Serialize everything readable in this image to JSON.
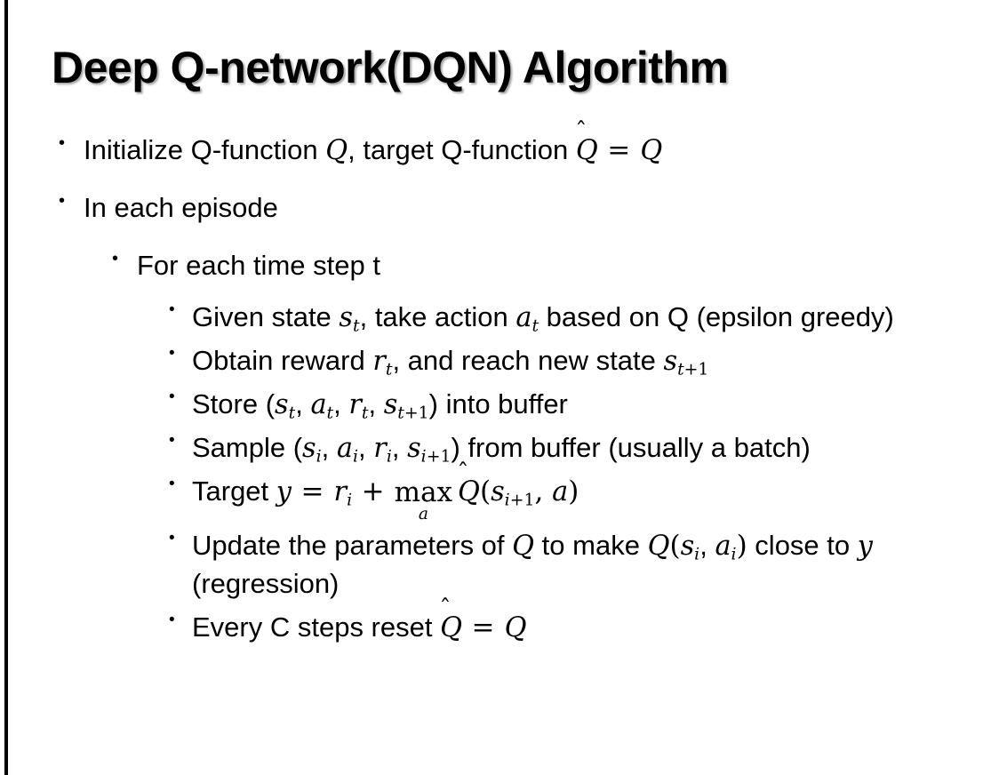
{
  "slide": {
    "title": "Deep Q-network(DQN) Algorithm",
    "background_color": "#FFFFFF",
    "text_color": "#000000",
    "accent_rule_color": "#000000",
    "bullet_glyph": "•"
  },
  "bullets": {
    "b1": {
      "level": 1,
      "plain_text": "Initialize Q-function Q, target Q-function Q̂ = Q",
      "seg_1": "Initialize Q-function ",
      "var_Q1": "Q",
      "seg_2": ", target Q-function ",
      "hat_Q": "Q",
      "hat_glyph": "̂",
      "equals": "=",
      "var_Q2": "Q"
    },
    "b2": {
      "level": 1,
      "plain_text": "In each episode",
      "text": "In each episode"
    },
    "b3": {
      "level": 2,
      "plain_text": "For each time step t",
      "text": "For each time step t"
    },
    "b4": {
      "level": 3,
      "plain_text": "Given state s_t, take action a_t based on Q (epsilon greedy)",
      "seg_1": "Given state ",
      "var_s": "s",
      "sub_t1": "t",
      "seg_2": ", take action ",
      "var_a": "a",
      "sub_t2": "t",
      "seg_3": " based on Q (epsilon greedy)"
    },
    "b5": {
      "level": 3,
      "plain_text": "Obtain reward r_t, and reach new state s_t+1",
      "seg_1": "Obtain reward ",
      "var_r": "r",
      "sub_t": "t",
      "seg_2": ", and reach new state ",
      "var_s": "s",
      "sub_t_plus_1_var": "t",
      "sub_t_plus_1_num": "+1"
    },
    "b6": {
      "level": 3,
      "plain_text": "Store (s_t, a_t, r_t, s_t+1) into buffer",
      "seg_open": "Store (",
      "var_s1": "s",
      "sub_s1": "t",
      "sep_1": ", ",
      "var_a": "a",
      "sub_a": "t",
      "sep_2": ", ",
      "var_r": "r",
      "sub_r": "t",
      "sep_3": ", ",
      "var_s2": "s",
      "sub_s2_var": "t",
      "sub_s2_num": "+1",
      "seg_close": ") into buffer"
    },
    "b7": {
      "level": 3,
      "plain_text": "Sample (s_i, a_i, r_i, s_i+1) from buffer (usually a batch)",
      "seg_open": "Sample (",
      "var_s1": "s",
      "sub_s1": "i",
      "sep_1": ", ",
      "var_a": "a",
      "sub_a": "i",
      "sep_2": ", ",
      "var_r": "r",
      "sub_r": "i",
      "sep_3": ", ",
      "var_s2": "s",
      "sub_s2_var": "i",
      "sub_s2_num": "+1",
      "seg_close": ") from buffer (usually a batch)"
    },
    "b8": {
      "level": 3,
      "plain_text": "Target y = r_i + max_a Q̂(s_i+1, a)",
      "seg_1": "Target ",
      "var_y": "y",
      "equals": "=",
      "var_r": "r",
      "sub_r": "i",
      "plus": "+",
      "max_op": "max",
      "max_sub": "a",
      "hat_Q": "Q",
      "hat_glyph": "̂",
      "paren_open": "(",
      "var_s": "s",
      "sub_s_var": "i",
      "sub_s_num": "+1",
      "comma": ", ",
      "var_a": "a",
      "paren_close": ")"
    },
    "b9": {
      "level": 3,
      "plain_text": "Update the parameters of Q to make Q(s_i, a_i) close to y (regression)",
      "seg_1": "Update the parameters of ",
      "var_Q1": "Q",
      "seg_2": " to make ",
      "var_Q2": "Q",
      "paren_open": "(",
      "var_s": "s",
      "sub_s": "i",
      "sep_1": ", ",
      "var_a": "a",
      "sub_a": "i",
      "paren_close": ")",
      "seg_3": " close to ",
      "var_y": "y",
      "seg_4": " (regression)"
    },
    "b10": {
      "level": 3,
      "plain_text": "Every C steps reset Q̂ = Q",
      "seg_1": "Every C steps reset ",
      "hat_Q": "Q",
      "hat_glyph": "̂",
      "equals": "=",
      "var_Q": "Q"
    }
  }
}
